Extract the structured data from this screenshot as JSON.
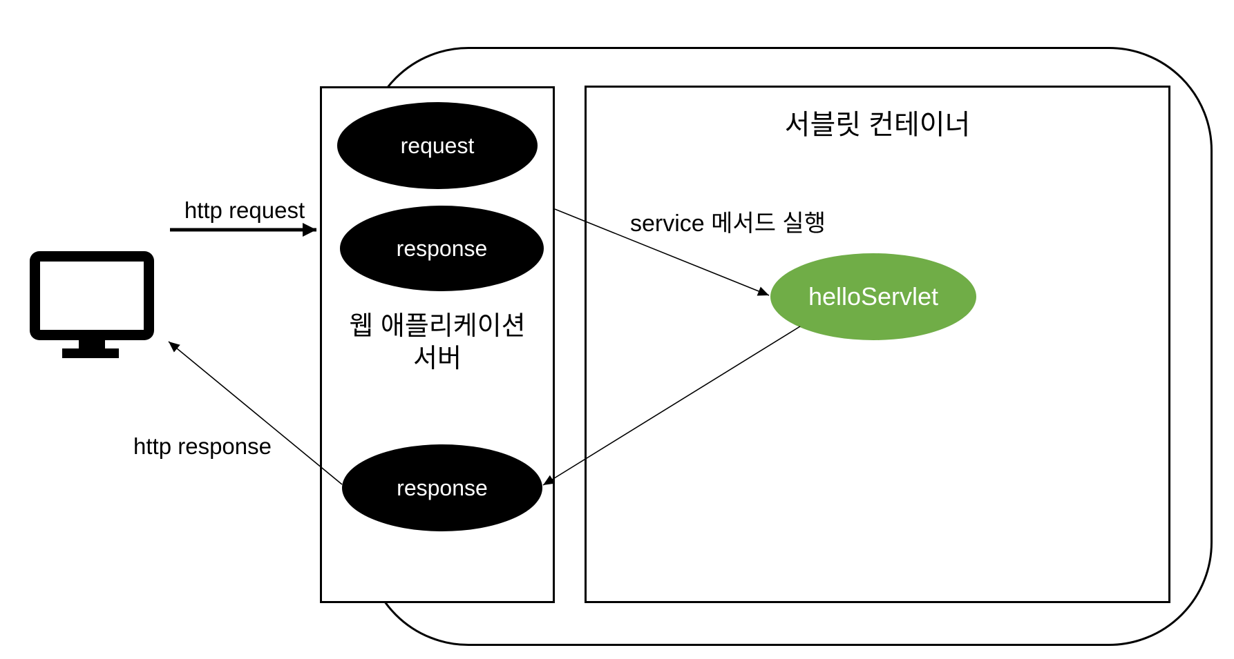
{
  "diagram": {
    "servlet_container": {
      "title": "서블릿 컨테이너",
      "servlet_label": "helloServlet"
    },
    "web_app_server": {
      "name_line1": "웹 애플리케이션",
      "name_line2": "서버",
      "request_ellipse_label": "request",
      "response_ellipse_label": "response",
      "response_bottom_ellipse_label": "response"
    },
    "arrows": {
      "http_request_label": "http request",
      "http_response_label": "http response",
      "service_method_label": "service 메서드 실행"
    },
    "client": {
      "icon": "monitor-icon"
    },
    "colors": {
      "ellipse_black": "#000000",
      "servlet_green": "#70AD47",
      "ellipse_text": "#ffffff",
      "line_black": "#000000",
      "background": "#ffffff"
    }
  }
}
